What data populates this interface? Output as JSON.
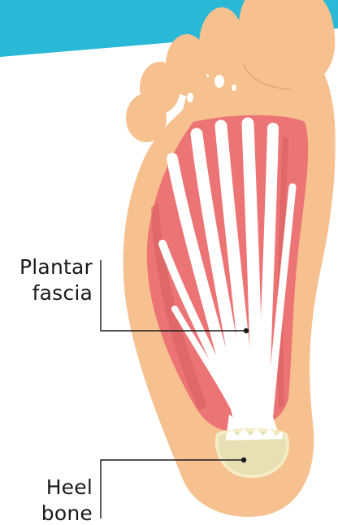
{
  "colors": {
    "banner": "#29b9d6",
    "skin": "#f7c08f",
    "skin_shadow": "#eaa976",
    "muscle": "#ec7474",
    "muscle_dark": "#d95f60",
    "fascia": "#ffffff",
    "bone": "#e6e0b4",
    "bone_outline": "#f3ecc4",
    "leader_line": "#1a1a1a"
  },
  "labels": {
    "plantar_fascia": {
      "line1": "Plantar",
      "line2": "fascia"
    },
    "heel_bone": {
      "line1": "Heel",
      "line2": "bone"
    }
  },
  "icons": {
    "foot": "foot-sole-illustration"
  }
}
